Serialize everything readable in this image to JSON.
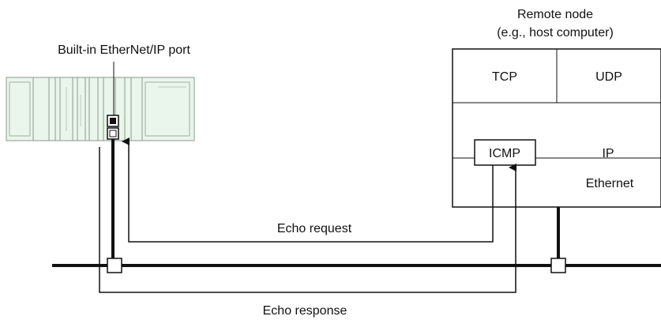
{
  "port_label": "Built-in EtherNet/IP port",
  "remote_node": {
    "title_line1": "Remote node",
    "title_line2": "(e.g., host computer)",
    "layers": {
      "tcp": "TCP",
      "udp": "UDP",
      "icmp": "ICMP",
      "ip": "IP",
      "ethernet": "Ethernet"
    }
  },
  "echo_request_label": "Echo request",
  "echo_response_label": "Echo response",
  "colors": {
    "line": "#111111",
    "plc_body": "#eaf5ec",
    "plc_stroke": "#8a9a8e",
    "background": "#ffffff"
  }
}
